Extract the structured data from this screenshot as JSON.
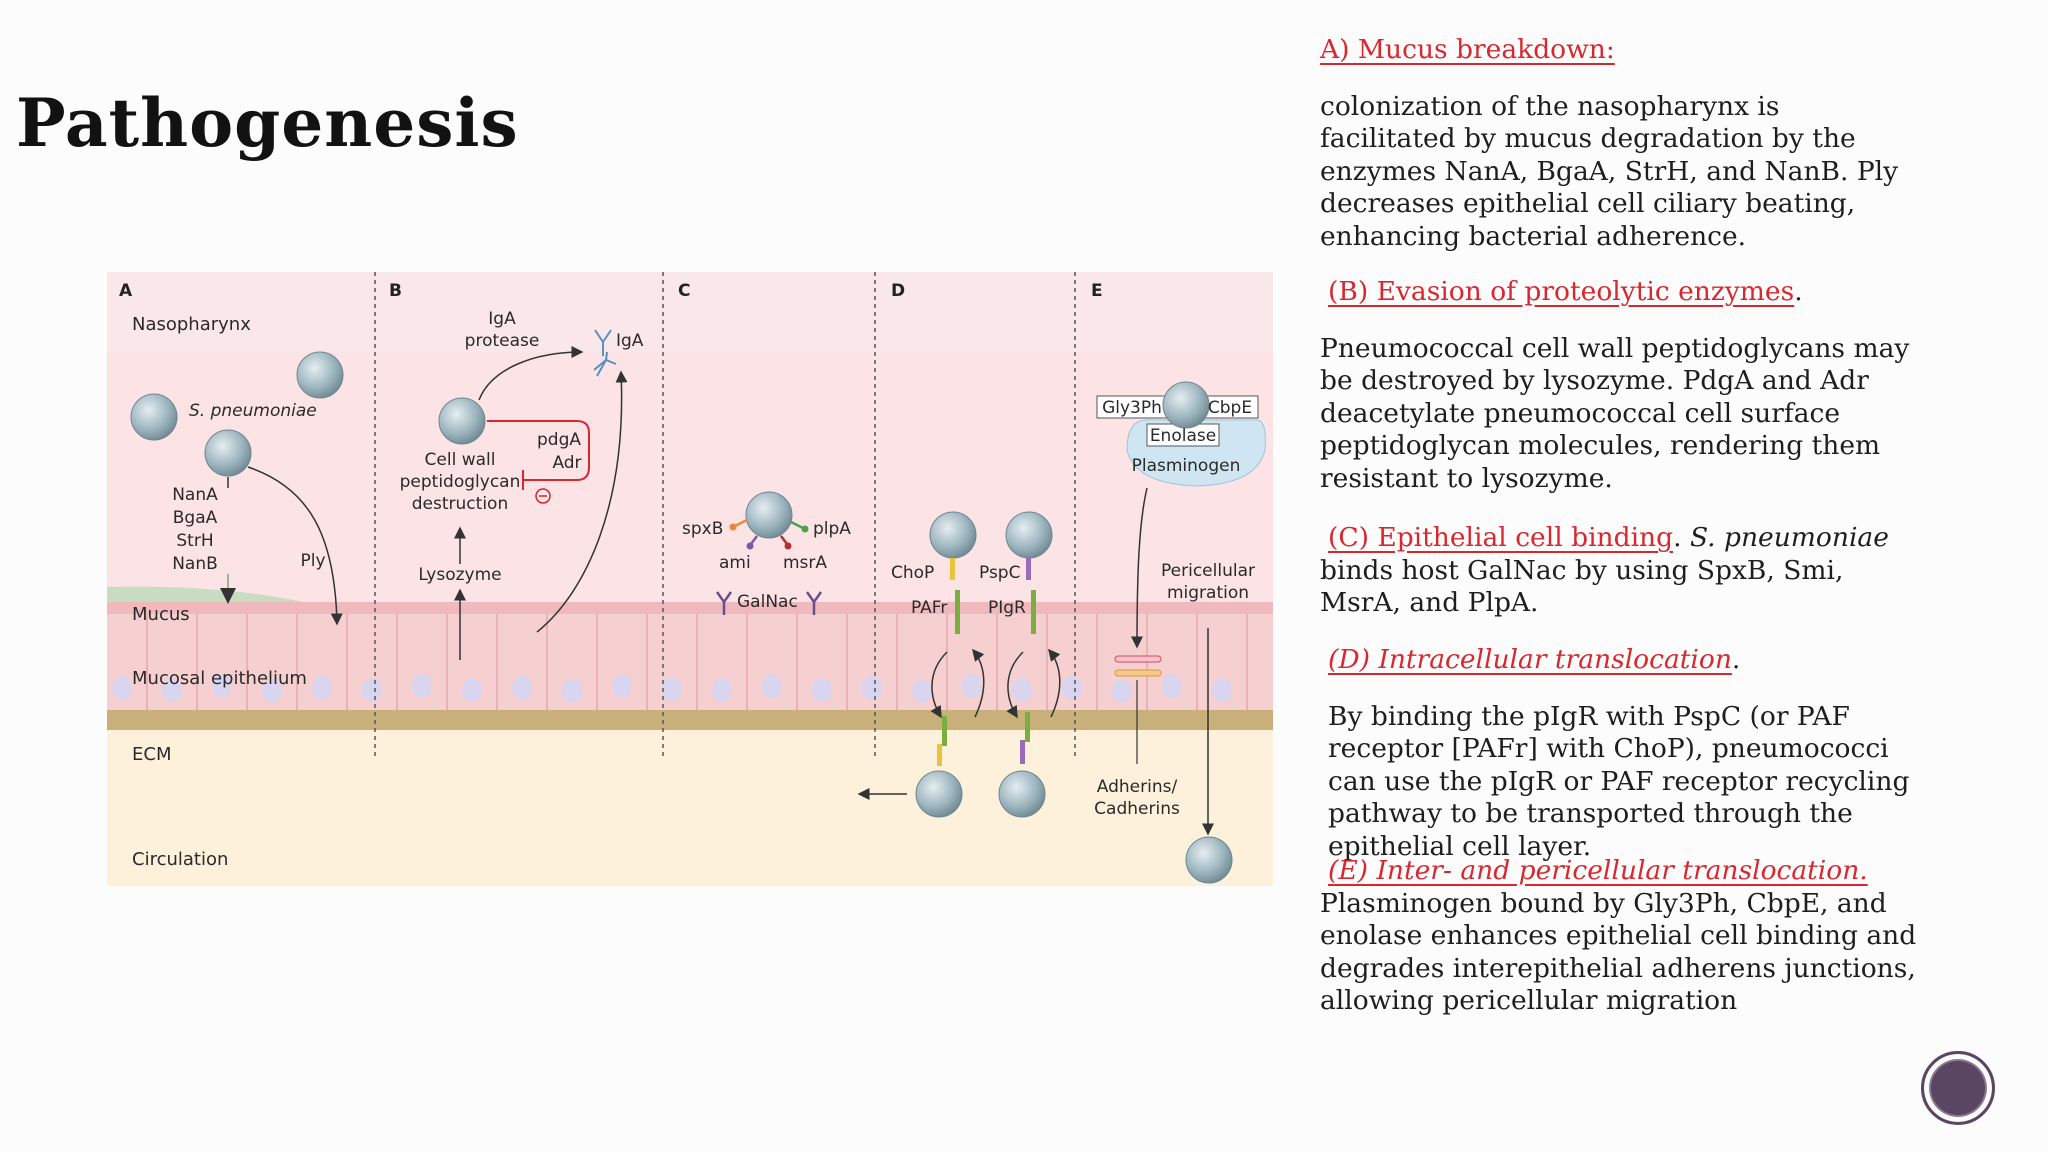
{
  "slide": {
    "title": "Pathogenesis"
  },
  "figure": {
    "panels": [
      "A",
      "B",
      "C",
      "D",
      "E"
    ],
    "panel_a": {
      "region_nasopharynx": "Nasopharynx",
      "organism": "S. pneumoniae",
      "enzymes": [
        "NanA",
        "BgaA",
        "StrH",
        "NanB"
      ],
      "toxin": "Ply",
      "region_mucus": "Mucus",
      "region_epithelium": "Mucosal epithelium",
      "region_ecm": "ECM",
      "region_circulation": "Circulation"
    },
    "panel_b": {
      "iga_protease_1": "IgA",
      "iga_protease_2": "protease",
      "iga": "IgA",
      "cell_wall_1": "Cell wall",
      "cell_wall_2": "peptidoglycan",
      "cell_wall_3": "destruction",
      "pdga": "pdgA",
      "adr": "Adr",
      "lysozyme": "Lysozyme"
    },
    "panel_c": {
      "spxb": "spxB",
      "plpa": "plpA",
      "ami": "ami",
      "msra": "msrA",
      "galnac": "GalNac"
    },
    "panel_d": {
      "chop": "ChoP",
      "pspc": "PspC",
      "pafr": "PAFr",
      "pigr": "PIgR"
    },
    "panel_e": {
      "gly3ph": "Gly3Ph",
      "cbpe": "CbpE",
      "enolase": "Enolase",
      "plasminogen": "Plasminogen",
      "pericellular_1": "Pericellular",
      "pericellular_2": "migration",
      "adherins_1": "Adherins/",
      "adherins_2": "Cadherins"
    }
  },
  "sections": [
    {
      "heading": "A) Mucus breakdown:",
      "body": "colonization of the nasopharynx is facilitated by mucus degradation by the enzymes NanA, BgaA, StrH, and NanB. Ply decreases epithelial cell ciliary beating, enhancing bacterial adherence."
    },
    {
      "heading": "(B) Evasion of proteolytic enzymes",
      "suffix": ".",
      "body": "Pneumococcal cell wall peptidoglycans may be destroyed by lysozyme. PdgA and Adr deacetylate pneumococcal cell surface peptidoglycan molecules, rendering them resistant to lysozyme."
    },
    {
      "heading": "(C) Epithelial cell binding",
      "suffix": ".",
      "organism": "S. pneumoniae",
      "body": "binds host GalNac by using SpxB, Smi, MsrA, and PlpA."
    },
    {
      "heading": "(D) Intracellular translocation",
      "suffix": ".",
      "body": "By binding the pIgR with PspC (or PAF receptor [PAFr] with ChoP), pneumococci can use the pIgR or PAF receptor recycling pathway to be transported through the epithelial cell layer."
    },
    {
      "heading": "(E) Inter- and pericellular translocation.",
      "body": "Plasminogen bound by Gly3Ph, CbpE, and enolase enhances epithelial cell binding and degrades interepithelial adherens junctions, allowing pericellular migration"
    }
  ],
  "colors": {
    "heading_red": "#d8272e",
    "nav_purple": "#5a4563",
    "tissue_pink": "#f5d3d3",
    "ecm_gold": "#c9b07a"
  },
  "icons": {
    "nav": "circle-nav-icon"
  }
}
